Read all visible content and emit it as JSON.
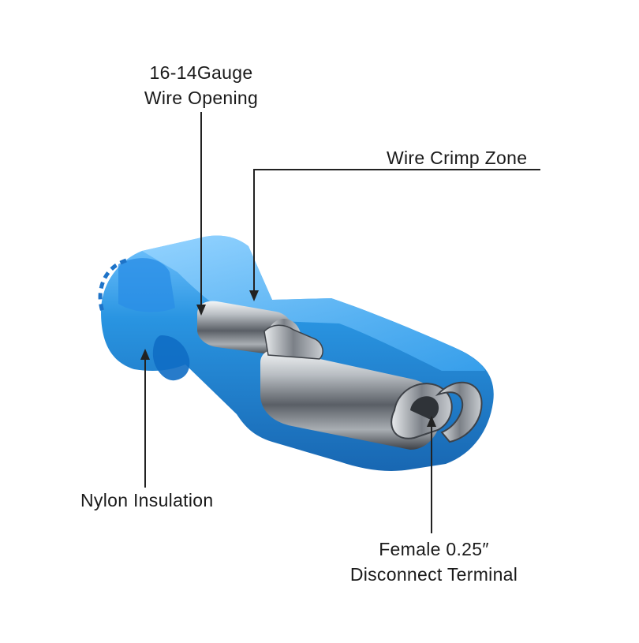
{
  "labels": {
    "wire_opening": {
      "line1": "16-14Gauge",
      "line2": "Wire Opening"
    },
    "crimp_zone": "Wire Crimp Zone",
    "insulation": "Nylon Insulation",
    "terminal": {
      "line1": "Female 0.25″",
      "line2": "Disconnect Terminal"
    }
  },
  "colors": {
    "nylon_blue": "#1e8fe0",
    "nylon_dark": "#0c5fae",
    "metal_light": "#d9dde0",
    "metal_dark": "#4a4f55",
    "leader": "#222222",
    "text": "#1a1a1a"
  }
}
